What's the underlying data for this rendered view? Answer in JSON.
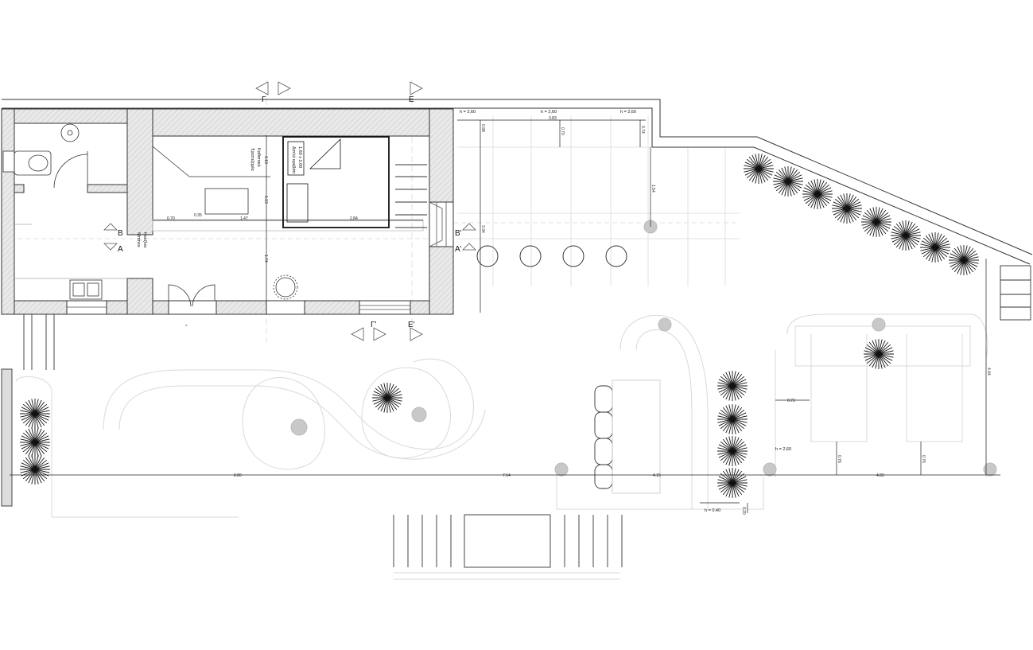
{
  "labels": {
    "double_bed": "Διπλό κρεβάτι",
    "bed_size": "1.60 x 2.00",
    "dining": "Τραπεζαρία",
    "living": "Καθιστικό",
    "bath": "Μπάνιο",
    "kitchen": "Κουζίνα"
  },
  "section_marks": [
    "B",
    "A",
    "B'",
    "A'",
    "Γ",
    "Γ'",
    "E",
    "E'"
  ],
  "heights": {
    "h1": "h = 2,60",
    "h2": "h = 2,60",
    "h3": "h = 2,60",
    "h4": "h = 2,60",
    "h5": "h = 0,40"
  },
  "dimensions": {
    "d_070": "0.70",
    "d_035": "0.35",
    "d_147": "1.47",
    "d_284": "2.84",
    "d_113a": "1.13",
    "d_113b": "1.13",
    "d_174": "1.74",
    "d_383": "3.83",
    "d_098": "0.98",
    "d_070b": "0.70",
    "d_074": "0.74",
    "d_154": "1.54",
    "d_334": "3.34",
    "d_880": "8.80",
    "d_764": "7.64",
    "d_415": "4.15",
    "d_482": "4.82",
    "d_073": "0.73",
    "d_076a": "0.76",
    "d_076b": "0.76",
    "d_444": "4.44",
    "d_020": "0.20"
  }
}
